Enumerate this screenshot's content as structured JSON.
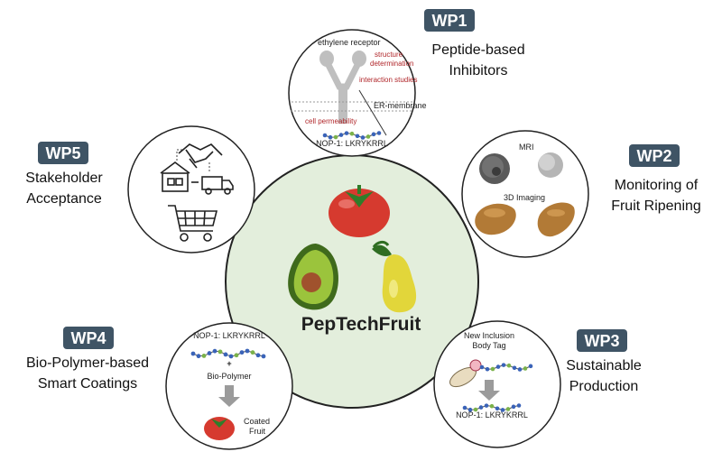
{
  "center": {
    "title": "PepTechFruit"
  },
  "wp1": {
    "badge": "WP1",
    "title_lines": [
      "Peptide-based",
      "Inhibitors"
    ],
    "receptor_label": "ethylene receptor",
    "structure_lines": [
      "structure",
      "determination"
    ],
    "interaction": "interaction studies",
    "membrane": "ER-membrane",
    "permeability": "cell permeability",
    "peptide": "NOP-1: LKRYKRRL"
  },
  "wp2": {
    "badge": "WP2",
    "title_lines": [
      "Monitoring of",
      "Fruit Ripening"
    ],
    "mri": "MRI",
    "imaging": "3D Imaging"
  },
  "wp3": {
    "badge": "WP3",
    "title_lines": [
      "Sustainable",
      "Production"
    ],
    "tag_lines": [
      "New Inclusion",
      "Body Tag"
    ],
    "peptide": "NOP-1: LKRYKRRL"
  },
  "wp4": {
    "badge": "WP4",
    "title_lines": [
      "Bio-Polymer-based",
      "Smart Coatings"
    ],
    "peptide": "NOP-1: LKRYKRRL",
    "plus": "+",
    "polymer": "Bio-Polymer",
    "coated_lines": [
      "Coated",
      "Fruit"
    ]
  },
  "wp5": {
    "badge": "WP5",
    "title_lines": [
      "Stakeholder",
      "Acceptance"
    ]
  },
  "colors": {
    "badge": "#3f5465",
    "hub_fill": "#e3eedc",
    "ring": "#222222",
    "bead_blue": "#3a63b8",
    "bead_green": "#7bb24a",
    "tomato": "#d63a2f",
    "avocado": "#6f9a2e",
    "pear": "#e0d53a"
  }
}
